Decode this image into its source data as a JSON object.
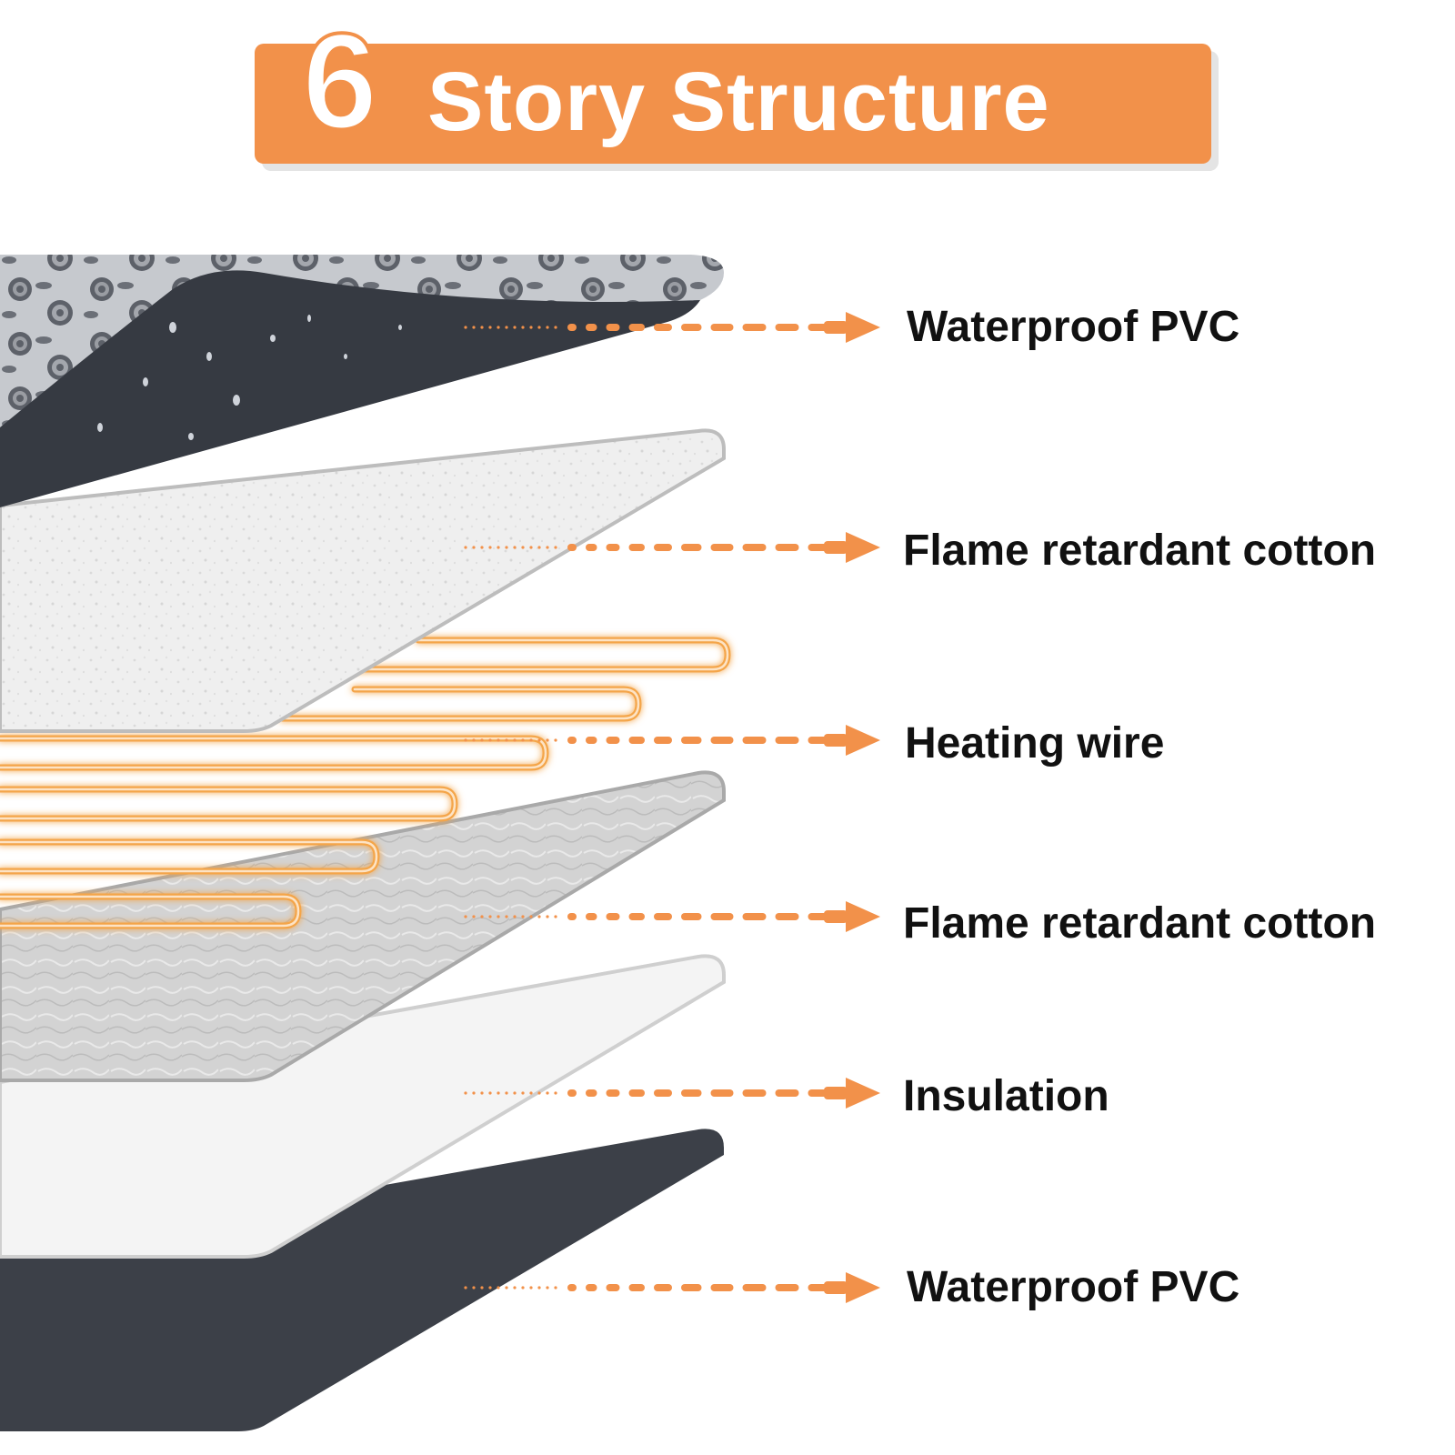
{
  "header": {
    "number": "6",
    "title": "Story Structure"
  },
  "layers": [
    {
      "label": "Waterproof PVC"
    },
    {
      "label": "Flame retardant cotton"
    },
    {
      "label": "Heating wire"
    },
    {
      "label": "Flame retardant cotton"
    },
    {
      "label": "Insulation"
    },
    {
      "label": "Waterproof PVC"
    }
  ],
  "colors": {
    "accent": "#f2914a",
    "pvc_dark": "#3c4048",
    "pvc_pattern": "#b9bcc2",
    "cotton_light": "#efefef",
    "cotton_gray": "#cfcfcf",
    "insulation": "#f3f3f3",
    "wire": "#f4a54a"
  }
}
